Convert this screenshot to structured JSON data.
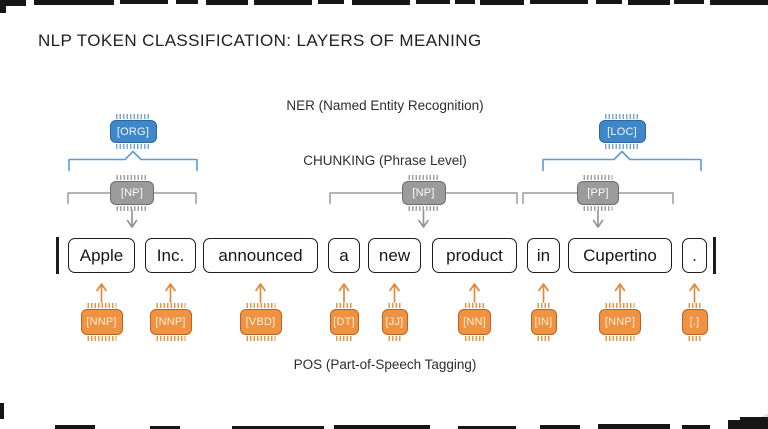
{
  "title": "NLP TOKEN CLASSIFICATION: LAYERS OF MEANING",
  "sentence": {
    "boundary_marker": "|",
    "tokens": [
      "Apple",
      "Inc.",
      "announced",
      "a",
      "new",
      "product",
      "in",
      "Cupertino",
      "."
    ]
  },
  "layers": {
    "ner": {
      "label": "NER (Named Entity Recognition)",
      "accent_color": "#3e88c9",
      "entities": [
        {
          "tag": "[ORG]",
          "tokens": "Apple Inc."
        },
        {
          "tag": "[LOC]",
          "tokens": "Cupertino"
        }
      ]
    },
    "chunking": {
      "label": "CHUNKING (Phrase Level)",
      "accent_color": "#9b9b9b",
      "chunks": [
        {
          "tag": "[NP]",
          "tokens": "Apple Inc."
        },
        {
          "tag": "[NP]",
          "tokens": "a new product"
        },
        {
          "tag": "[PP]",
          "tokens": "in Cupertino"
        }
      ]
    },
    "pos": {
      "label": "POS (Part-of-Speech Tagging)",
      "accent_color": "#ef9241",
      "tags": [
        "[NNP]",
        "[NNP]",
        "[VBD]",
        "[DT]",
        "[JJ]",
        "[NN]",
        "[IN]",
        "[NNP]",
        "[.]"
      ]
    }
  }
}
